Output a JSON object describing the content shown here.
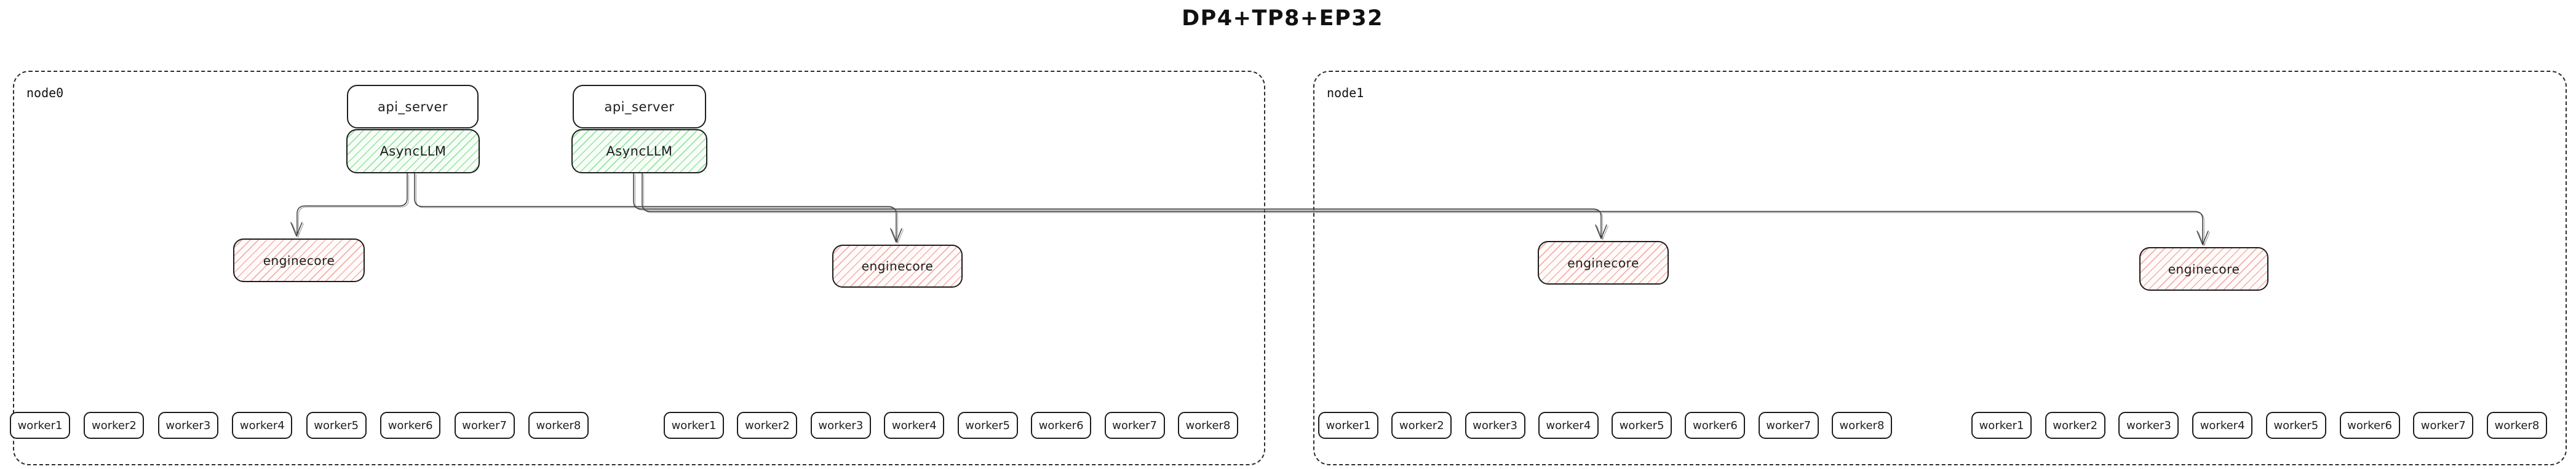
{
  "title": "DP4+TP8+EP32",
  "colors": {
    "border": "#1d1d1d",
    "dashed_container": "#2c2c2c",
    "edge": "#3a3a3a",
    "green_hatch": "#98e2a4",
    "red_hatch": "#f2b0aa"
  },
  "node0": {
    "label": "node0",
    "api_servers": [
      "api_server",
      "api_server"
    ],
    "asyncllms": [
      "AsyncLLM",
      "AsyncLLM"
    ],
    "enginecores": [
      "enginecore",
      "enginecore"
    ],
    "worker_groups": [
      [
        "worker1",
        "worker2",
        "worker3",
        "worker4",
        "worker5",
        "worker6",
        "worker7",
        "worker8"
      ],
      [
        "worker1",
        "worker2",
        "worker3",
        "worker4",
        "worker5",
        "worker6",
        "worker7",
        "worker8"
      ]
    ]
  },
  "node1": {
    "label": "node1",
    "enginecores": [
      "enginecore",
      "enginecore"
    ],
    "worker_groups": [
      [
        "worker1",
        "worker2",
        "worker3",
        "worker4",
        "worker5",
        "worker6",
        "worker7",
        "worker8"
      ],
      [
        "worker1",
        "worker2",
        "worker3",
        "worker4",
        "worker5",
        "worker6",
        "worker7",
        "worker8"
      ]
    ]
  }
}
